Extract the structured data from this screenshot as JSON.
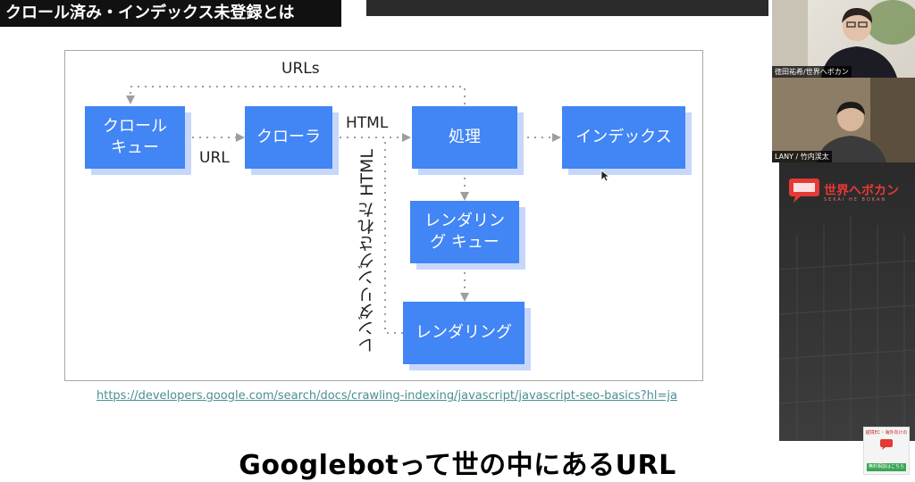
{
  "slide": {
    "title": "クロール済み・インデックス未登録とは",
    "caption": "Googlebotって世の中にあるURL",
    "link": "https://developers.google.com/search/docs/crawling-indexing/javascript/javascript-seo-basics?hl=ja"
  },
  "diagram": {
    "boxes": {
      "crawl_queue_line1": "クロール",
      "crawl_queue_line2": "キュー",
      "crawler": "クローラ",
      "processing": "処理",
      "index": "インデックス",
      "render_queue_line1": "レンダリン",
      "render_queue_line2": "グ キュー",
      "rendering": "レンダリング"
    },
    "labels": {
      "urls": "URLs",
      "url": "URL",
      "html": "HTML",
      "rendered_html": "レンダリングされた HTML"
    },
    "colors": {
      "box": "#4285f4",
      "shadow": "#c6d7fb",
      "arrow": "#9e9e9e"
    }
  },
  "sidebar": {
    "cam1_name": "徳田祐希/世界へボカン",
    "cam2_name": "LANY / 竹内渓太",
    "brand": "世界へボカン",
    "brand_sub": "SEKAI HE BOKAN",
    "promo_label": "越境EC・海外向けの",
    "promo_button": "無料相談はこちら"
  }
}
